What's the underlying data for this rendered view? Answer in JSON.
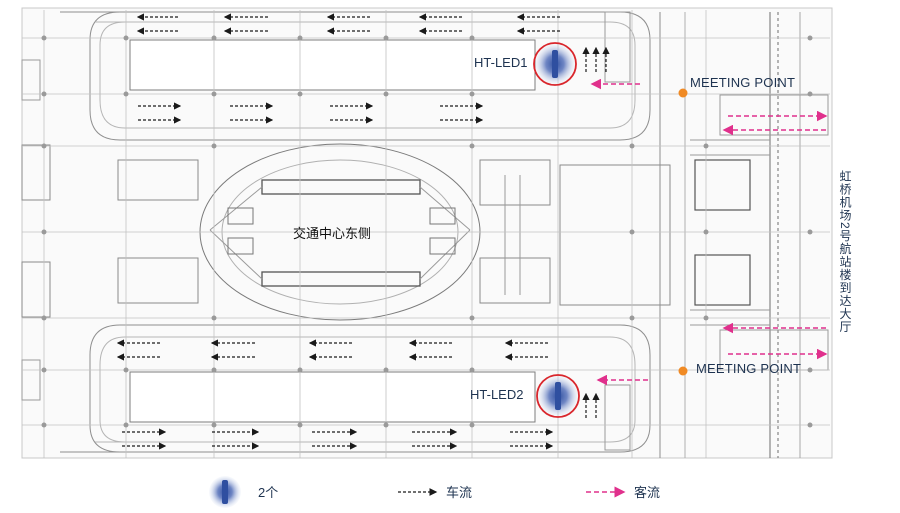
{
  "labels": {
    "led1": "HT-LED1",
    "led2": "HT-LED2",
    "meeting_point_1": "MEETING POINT",
    "meeting_point_2": "MEETING POINT",
    "center": "交通中心东侧",
    "side": "虹桥机场2号航站楼到达大厅"
  },
  "legend": {
    "count": "2个",
    "vehicle_flow": "车流",
    "passenger_flow": "客流"
  },
  "colors": {
    "plan_line": "#8f8f8f",
    "plan_light": "#c2c2c2",
    "vehicle_arrow": "#1a1a1a",
    "passenger_arrow": "#e0308c",
    "led_ring": "#d9262c",
    "led_core": "#2f4fa0",
    "meeting_dot": "#f08a24"
  }
}
